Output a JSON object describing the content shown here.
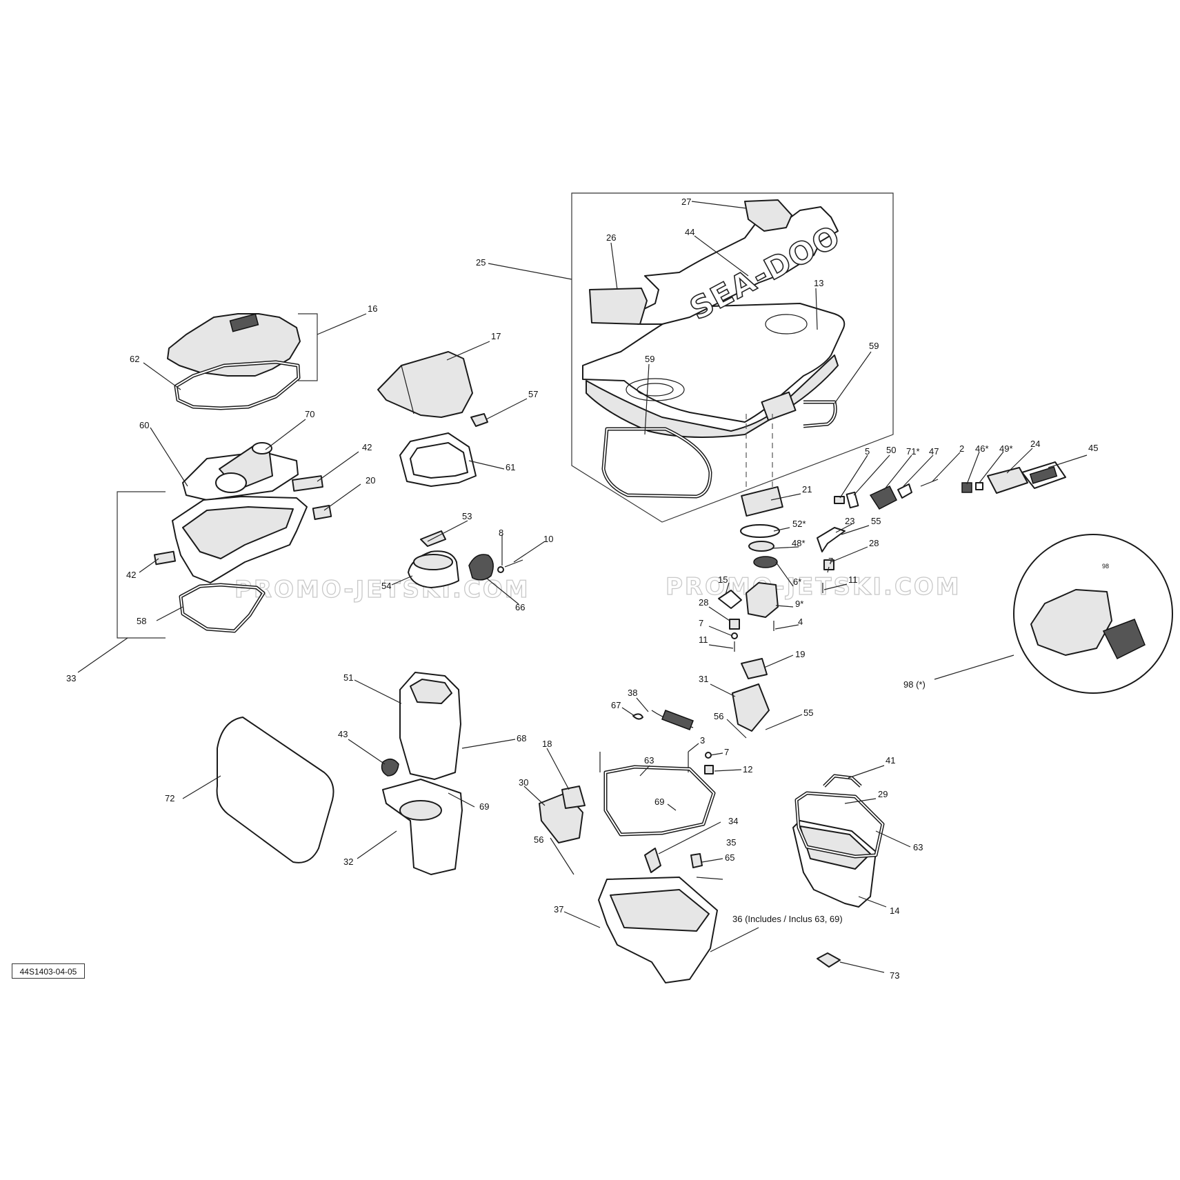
{
  "diagram": {
    "reference": "44S1403-04-05",
    "watermark": "PROMO-JETSKI.COM",
    "logo": "SEA-DOO",
    "inset_label": "98",
    "callouts": {
      "c1": "27",
      "c2": "44",
      "c3": "26",
      "c4": "25",
      "c5": "13",
      "c6": "59",
      "c7": "59",
      "c8": "16",
      "c9": "62",
      "c10": "17",
      "c11": "57",
      "c12": "70",
      "c13": "60",
      "c14": "42",
      "c15": "61",
      "c16": "20",
      "c17": "5",
      "c18": "50",
      "c19": "71*",
      "c20": "47",
      "c21": "2",
      "c22": "46*",
      "c23": "49*",
      "c24": "24",
      "c25": "45",
      "c26": "21",
      "c27": "52*",
      "c28": "23",
      "c29": "55",
      "c30": "48*",
      "c31": "28",
      "c32": "7",
      "c33": "6*",
      "c34": "11",
      "c35": "15",
      "c36": "9*",
      "c37": "28",
      "c38": "4",
      "c39": "7",
      "c40": "11",
      "c41": "53",
      "c42": "8",
      "c43": "10",
      "c44": "42",
      "c45": "54",
      "c46": "66",
      "c47": "58",
      "c48": "33",
      "c49": "19",
      "c50": "98 (*)",
      "c51": "51",
      "c52": "31",
      "c53": "38",
      "c54": "67",
      "c55": "56",
      "c56": "55",
      "c57": "68",
      "c58": "43",
      "c59": "18",
      "c60": "3",
      "c61": "7",
      "c62": "63",
      "c63": "41",
      "c64": "12",
      "c65": "30",
      "c66": "29",
      "c67": "72",
      "c68": "69",
      "c69": "69",
      "c70": "34",
      "c71": "63",
      "c72": "32",
      "c73": "56",
      "c74": "35",
      "c75": "65",
      "c76": "37",
      "c77": "36 (Includes / Inclus 63, 69)",
      "c78": "14",
      "c79": "73"
    }
  }
}
